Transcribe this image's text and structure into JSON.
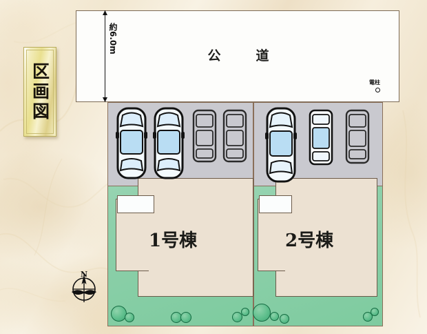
{
  "title_plate": {
    "label": "区画図",
    "meaning": "site-plan"
  },
  "road": {
    "label": "公　道",
    "width_dimension": "約6.0m"
  },
  "utility_pole": {
    "label": "電柱",
    "symbol": "circle"
  },
  "lots": [
    {
      "id": "lot-1",
      "building_label": "1号棟",
      "parking_spaces": 4,
      "cars": [
        {
          "style": "filled",
          "size": "large"
        },
        {
          "style": "filled",
          "size": "large"
        },
        {
          "style": "outline",
          "size": "small"
        },
        {
          "style": "outline",
          "size": "small"
        }
      ]
    },
    {
      "id": "lot-2",
      "building_label": "2号棟",
      "parking_spaces": 3,
      "cars": [
        {
          "style": "filled",
          "size": "large"
        },
        {
          "style": "filled",
          "size": "small"
        },
        {
          "style": "outline",
          "size": "small"
        }
      ]
    }
  ],
  "compass": {
    "north_label": "N"
  },
  "colors": {
    "background": "#f2e7d0",
    "title_plate_gold": "#e9e08f",
    "road_fill": "#fdfdfb",
    "parking_fill": "#c9c9cf",
    "house_fill": "#ece1d2",
    "lawn_green": "#8ed0ab",
    "shrub_green": "#3fa774",
    "boundary_line": "#8a6f59",
    "car_body_blue": "#cfe6f5"
  }
}
